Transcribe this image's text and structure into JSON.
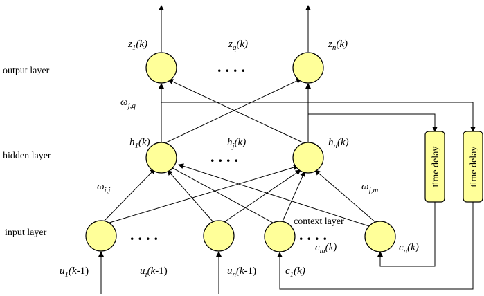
{
  "layers": {
    "output": "output layer",
    "hidden": "hidden layer",
    "input": "input layer",
    "context": "context layer"
  },
  "dots": "....",
  "delay": "time delay",
  "outputs": [
    {
      "base": "z",
      "sub": "1",
      "arg": "(k)"
    },
    {
      "base": "z",
      "sub": "q",
      "arg": "(k)"
    },
    {
      "base": "z",
      "sub": "n",
      "arg": "(k)"
    }
  ],
  "hidden": [
    {
      "base": "h",
      "sub": "1",
      "arg": "(k)"
    },
    {
      "base": "h",
      "sub": "j",
      "arg": "(k)"
    },
    {
      "base": "h",
      "sub": "n",
      "arg": "(k)"
    }
  ],
  "inputs": [
    {
      "base": "u",
      "sub": "1",
      "arg": "(k",
      "rest": "-1)"
    },
    {
      "base": "u",
      "sub": "i",
      "arg": "(k",
      "rest": "-1)"
    },
    {
      "base": "u",
      "sub": "n",
      "arg": "(k",
      "rest": "-1)"
    }
  ],
  "context": [
    {
      "base": "c",
      "sub": "1",
      "arg": "(k)"
    },
    {
      "base": "c",
      "sub": "m",
      "arg": "(k)"
    },
    {
      "base": "c",
      "sub": "n",
      "arg": "(k)"
    }
  ],
  "weights": [
    {
      "base": "ω",
      "sub": "j,q"
    },
    {
      "base": "ω",
      "sub": "i,j"
    },
    {
      "base": "ω",
      "sub": "j,m"
    }
  ]
}
